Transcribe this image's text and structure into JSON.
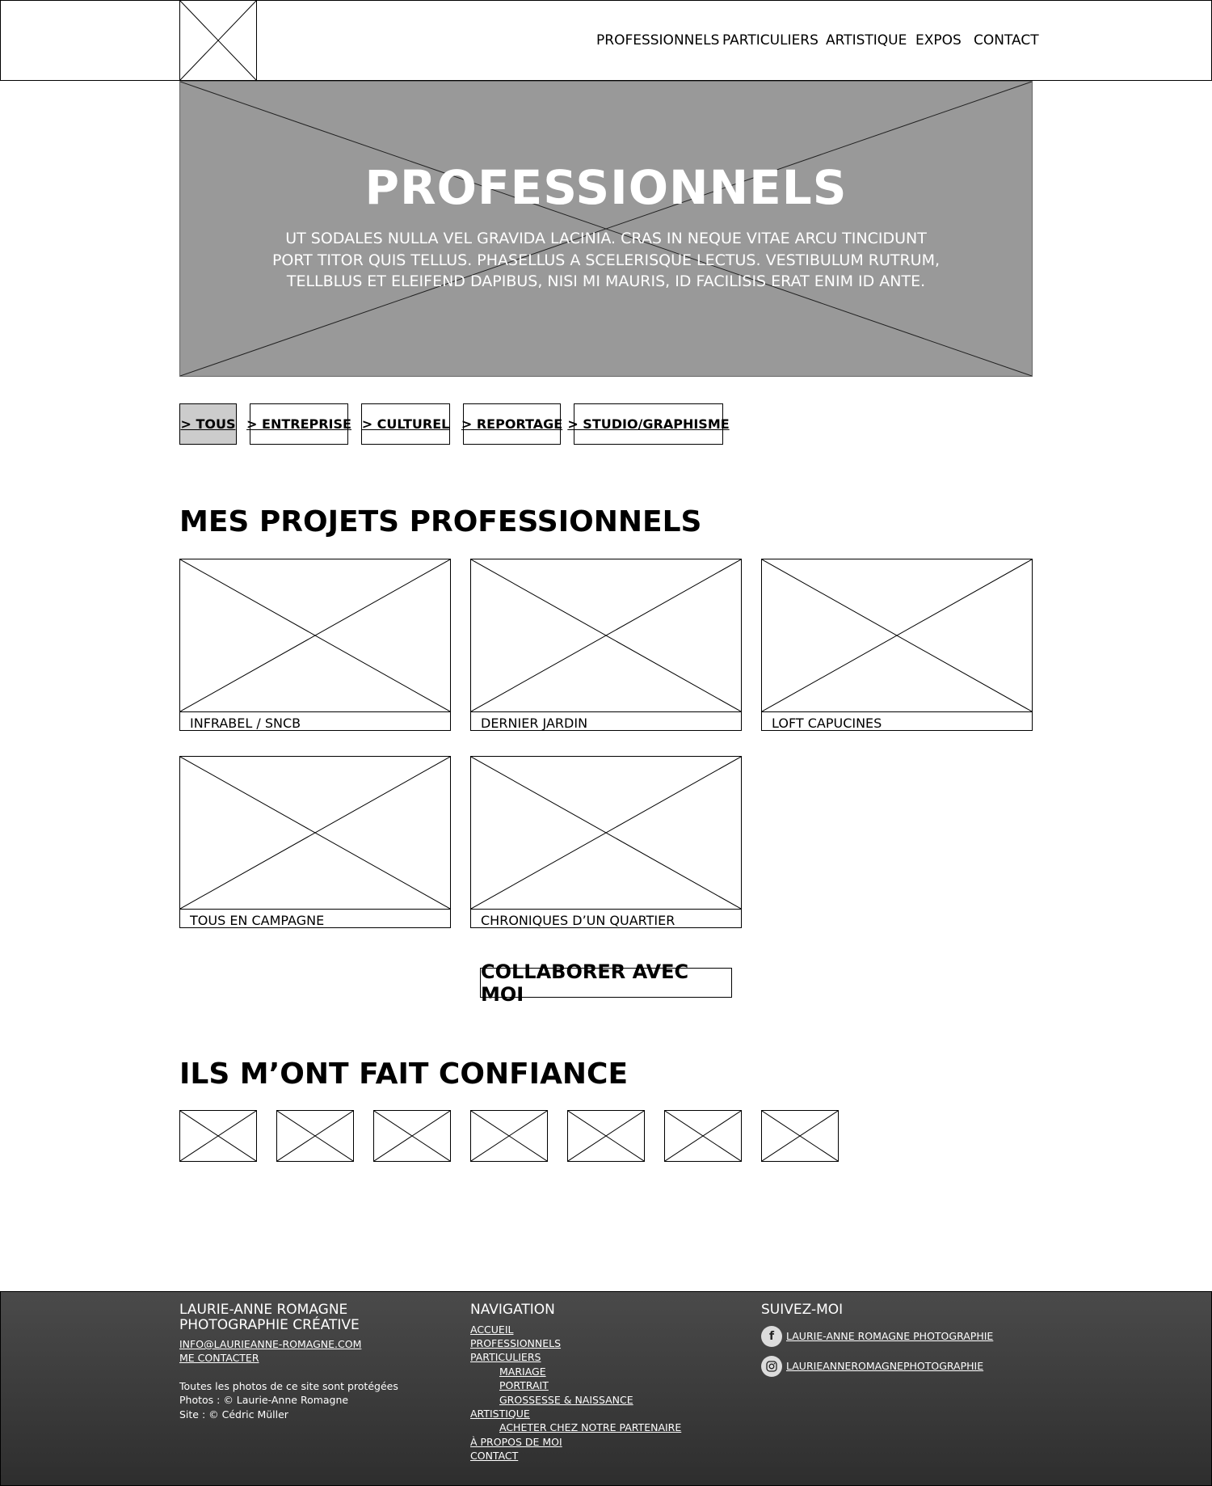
{
  "nav": {
    "items": [
      "PROFESSIONNELS",
      "PARTICULIERS",
      "ARTISTIQUE",
      "EXPOS",
      "CONTACT"
    ]
  },
  "hero": {
    "title": "PROFESSIONNELS",
    "text_lines": [
      "UT SODALES NULLA VEL GRAVIDA LACINIA. CRAS IN NEQUE VITAE ARCU TINCIDUNT",
      "PORT TITOR QUIS TELLUS. PHASELLUS A SCELERISQUE LECTUS. VESTIBULUM RUTRUM,",
      "TELLBLUS ET ELEIFEND DAPIBUS, NISI MI MAURIS, ID FACILISIS ERAT ENIM ID ANTE."
    ]
  },
  "filters": {
    "items": [
      "> TOUS",
      "> ENTREPRISE",
      "> CULTUREL",
      "> REPORTAGE",
      "> STUDIO/GRAPHISME"
    ],
    "active": "> TOUS"
  },
  "projects": {
    "heading": "MES PROJETS PROFESSIONNELS",
    "items": [
      "INFRABEL / SNCB",
      "DERNIER JARDIN",
      "LOFT CAPUCINES",
      "TOUS EN CAMPAGNE",
      "CHRONIQUES D’UN QUARTIER"
    ],
    "cta": "COLLABORER AVEC MOI"
  },
  "clients": {
    "heading": "ILS M’ONT FAIT CONFIANCE"
  },
  "footer": {
    "brand_line1": "LAURIE-ANNE ROMAGNE",
    "brand_line2": "PHOTOGRAPHIE CRÉATIVE",
    "email": "INFO@LAURIEANNE-ROMAGNE.COM",
    "contact_link": "ME CONTACTER",
    "legal": [
      "Toutes les photos de ce site sont protégées",
      "Photos : © Laurie-Anne Romagne",
      "Site : © Cédric Müller"
    ],
    "nav_heading": "NAVIGATION",
    "nav_links": {
      "accueil": "ACCUEIL",
      "professionnels": "PROFESSIONNELS",
      "particuliers": "PARTICULIERS",
      "mariage": "MARIAGE",
      "portrait": "PORTRAIT",
      "grossesse": "GROSSESSE & NAISSANCE",
      "artistique": "ARTISTIQUE",
      "partenaire": "ACHETER CHEZ NOTRE PARTENAIRE",
      "apropos": "À PROPOS DE MOI",
      "contact": "CONTACT"
    },
    "follow_heading": "SUIVEZ-MOI",
    "facebook": "LAURIE-ANNE ROMAGNE PHOTOGRAPHIE",
    "instagram": "LAURIEANNEROMAGNEPHOTOGRAPHIE"
  }
}
